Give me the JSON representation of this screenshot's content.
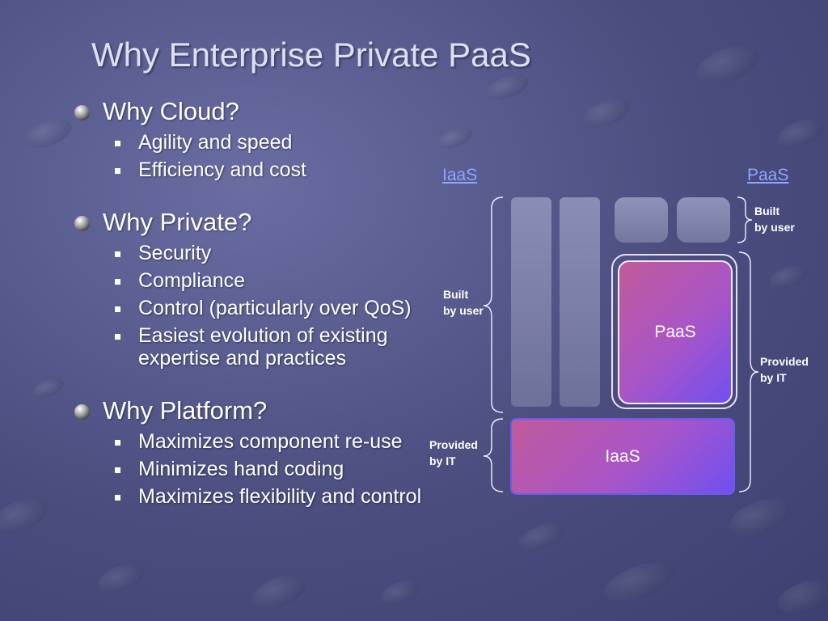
{
  "slide": {
    "title": "Why Enterprise Private PaaS",
    "sections": [
      {
        "heading": "Why Cloud?",
        "items": [
          "Agility and speed",
          "Efficiency and cost"
        ]
      },
      {
        "heading": "Why Private?",
        "items": [
          "Security",
          "Compliance",
          "Control (particularly over QoS)",
          "Easiest evolution of existing expertise and practices"
        ]
      },
      {
        "heading": "Why Platform?",
        "items": [
          "Maximizes component re-use",
          "Minimizes hand coding",
          "Maximizes flexibility and control"
        ]
      }
    ]
  },
  "diagram": {
    "left_header": "IaaS",
    "right_header": "PaaS",
    "left_built_label": "Built by user",
    "left_provided_label": "Provided by IT",
    "right_built_label": "Built by user",
    "right_provided_label": "Provided by IT",
    "paas_box_label": "PaaS",
    "iaas_box_label": "IaaS",
    "link_color": "#8ea6ff",
    "box_gradient": [
      "#c05a9a",
      "#7050f0"
    ]
  }
}
